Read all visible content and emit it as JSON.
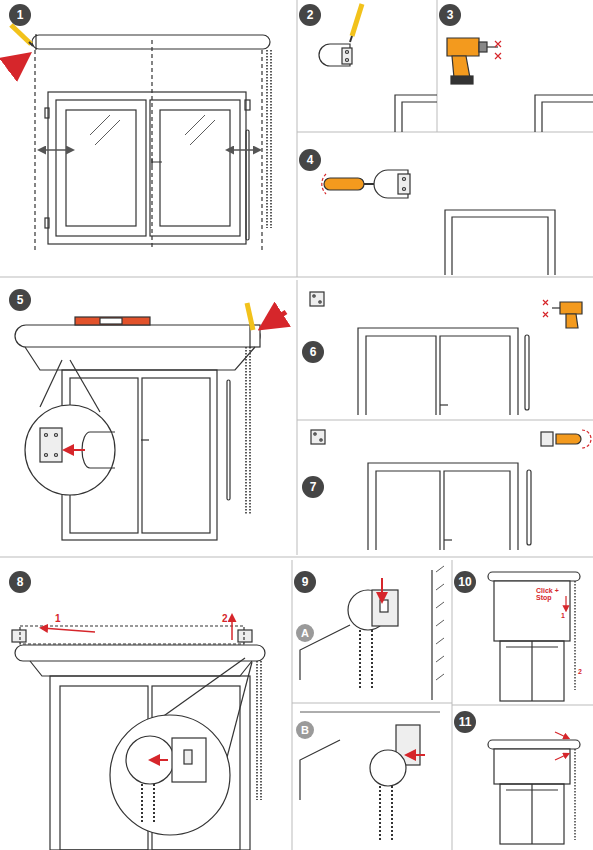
{
  "diagram": {
    "nodes": [
      {
        "text": [
          "1"
        ]
      },
      {
        "text": [
          "2"
        ]
      },
      {
        "text": [
          "3"
        ]
      },
      {
        "text": [
          "4"
        ]
      },
      {
        "text": [
          "5"
        ]
      },
      {
        "text": [
          "6"
        ]
      },
      {
        "text": [
          "7"
        ]
      },
      {
        "text": [
          "8"
        ]
      },
      {
        "text": [
          "9"
        ]
      },
      {
        "text": [
          "A"
        ]
      },
      {
        "text": [
          "B"
        ]
      },
      {
        "text": [
          "10"
        ]
      },
      {
        "text": [
          "11"
        ]
      }
    ],
    "labels": [
      "1",
      "2",
      "Click + Stop",
      "1",
      "2"
    ]
  }
}
